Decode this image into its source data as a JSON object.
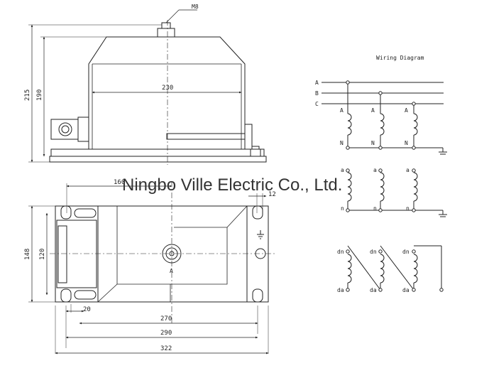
{
  "watermark": "Ningbo Ville Electric Co., Ltd.",
  "top_view": {
    "bolt_label": "M8",
    "dim_width": "230",
    "dim_height_outer": "215",
    "dim_height_inner": "190"
  },
  "plan_view": {
    "dim_160": "160",
    "dim_12": "12",
    "dim_148": "148",
    "dim_120": "120",
    "dim_20": "20",
    "dim_270": "270",
    "dim_290": "290",
    "dim_322": "322",
    "terminal_label": "A"
  },
  "wiring": {
    "title": "Wiring Diagram",
    "phases": [
      "A",
      "B",
      "C"
    ],
    "primary_top": [
      "A",
      "A",
      "A"
    ],
    "primary_bottom": [
      "N",
      "N",
      "N"
    ],
    "secondary_top": [
      "a",
      "a",
      "a"
    ],
    "secondary_bottom": [
      "n",
      "n",
      "n"
    ],
    "residual_top": [
      "dn",
      "dn",
      "dn"
    ],
    "residual_bottom": [
      "da",
      "da",
      "da"
    ]
  }
}
